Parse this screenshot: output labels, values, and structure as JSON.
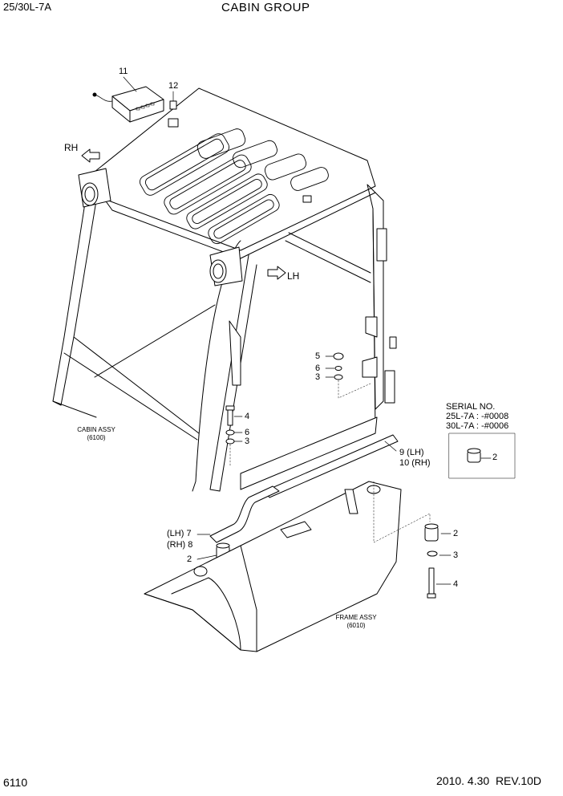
{
  "header": {
    "model": "25/30L-7A",
    "title": "CABIN GROUP"
  },
  "footer": {
    "page": "6110",
    "date_rev": "2010. 4.30  REV.10D"
  },
  "direction_labels": {
    "rh": "RH",
    "lh": "LH"
  },
  "assemblies": {
    "cabin_name": "CABIN ASSY",
    "cabin_code": "(6100)",
    "frame_name": "FRAME ASSY",
    "frame_code": "(6010)"
  },
  "serial_box": {
    "title": "SERIAL NO.",
    "line1": "25L-7A : -#0008",
    "line2": "30L-7A : -#0006",
    "part": "2"
  },
  "callouts": {
    "p11": "11",
    "p12": "12",
    "p5": "5",
    "p6_top": "6",
    "p3_top": "3",
    "p4_mid": "4",
    "p6_mid": "6",
    "p3_mid": "3",
    "p9": "9 (LH)",
    "p10": "10 (RH)",
    "p7": "(LH) 7",
    "p8": "(RH) 8",
    "p2_left": "2",
    "p2_right": "2",
    "p3_right": "3",
    "p4_right": "4"
  },
  "colors": {
    "line": "#000000",
    "background": "#ffffff"
  }
}
